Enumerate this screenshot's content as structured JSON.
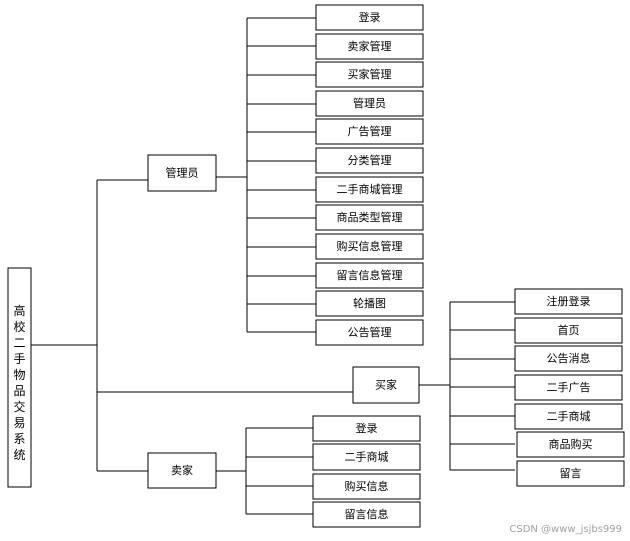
{
  "root": {
    "chars": [
      "高",
      "校",
      "二",
      "手",
      "物",
      "品",
      "交",
      "易",
      "系",
      "统"
    ]
  },
  "admin": {
    "label": "管理员",
    "items": [
      "登录",
      "卖家管理",
      "买家管理",
      "管理员",
      "广告管理",
      "分类管理",
      "二手商城管理",
      "商品类型管理",
      "购买信息管理",
      "留言信息管理",
      "轮播图",
      "公告管理"
    ]
  },
  "buyer": {
    "label": "买家",
    "items": [
      "注册登录",
      "首页",
      "公告消息",
      "二手广告",
      "二手商城",
      "商品购买",
      "留言"
    ]
  },
  "seller": {
    "label": "卖家",
    "items": [
      "登录",
      "二手商城",
      "购买信息",
      "留言信息"
    ]
  },
  "watermark": "CSDN @www_jsjbs999"
}
